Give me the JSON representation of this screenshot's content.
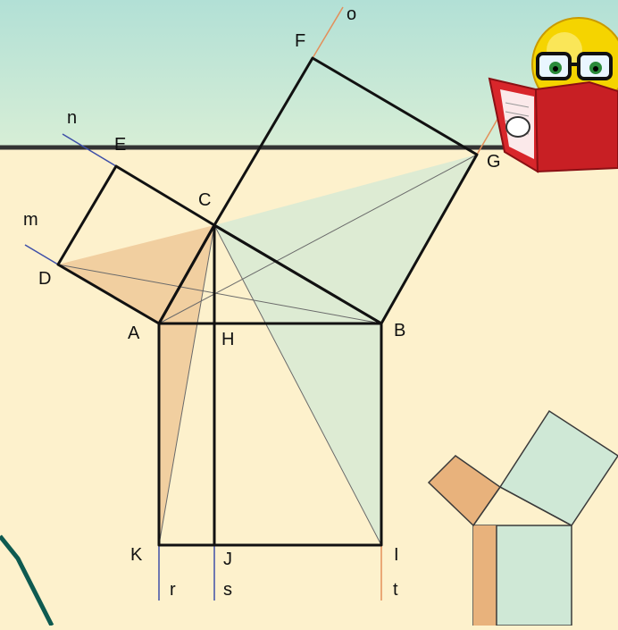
{
  "points": {
    "F": "F",
    "o": "o",
    "n": "n",
    "E": "E",
    "C": "C",
    "G": "G",
    "m": "m",
    "D": "D",
    "A": "A",
    "H": "H",
    "B": "B",
    "K": "K",
    "J": "J",
    "I": "I",
    "r": "r",
    "s": "s",
    "t": "t"
  },
  "colors": {
    "background_top": "#b9e3d6",
    "background_bottom": "#fdf1cc",
    "orange_fill": "#e8b27c",
    "green_fill": "#cfe8d6",
    "blue_line": "#3e4fa8",
    "orange_line": "#e38f5a",
    "teal_stroke": "#0e5a50"
  },
  "icons": {
    "mascot": "reading-smiley-with-glasses-icon",
    "thumbnail": "pythagoras-squares-thumbnail-icon"
  }
}
